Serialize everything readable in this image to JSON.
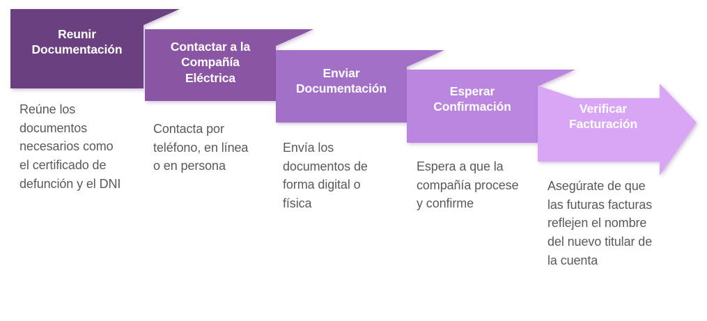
{
  "diagram": {
    "type": "chevron-process-flow",
    "orientation": "descending-staircase",
    "direction": "left-to-right",
    "step_count": 5,
    "background_color": "#ffffff",
    "description_text_color": "#58595b",
    "title_text_color": "#ffffff"
  },
  "steps": [
    {
      "index": "1",
      "title": "Reunir\nDocumentación",
      "description": "Reúne los documentos necesarios como el certificado de defunción y el DNI",
      "color": "#6B4080",
      "has_arrow_head": "false"
    },
    {
      "index": "2",
      "title": "Contactar a la\nCompañía\nEléctrica",
      "description": "Contacta por teléfono, en línea o en persona",
      "color": "#8A57A4",
      "has_arrow_head": "false"
    },
    {
      "index": "3",
      "title": "Enviar\nDocumentación",
      "description": "Envía los documentos de forma digital o física",
      "color": "#A370C8",
      "has_arrow_head": "false"
    },
    {
      "index": "4",
      "title": "Esperar\nConfirmación",
      "description": "Espera a que la compañía procese y confirme",
      "color": "#BB86DF",
      "has_arrow_head": "false"
    },
    {
      "index": "5",
      "title": "Verificar\nFacturación",
      "description": "Asegúrate de que las futuras facturas reflejen el nombre del nuevo titular de la cuenta",
      "color": "#D9A6F5",
      "has_arrow_head": "true"
    }
  ]
}
